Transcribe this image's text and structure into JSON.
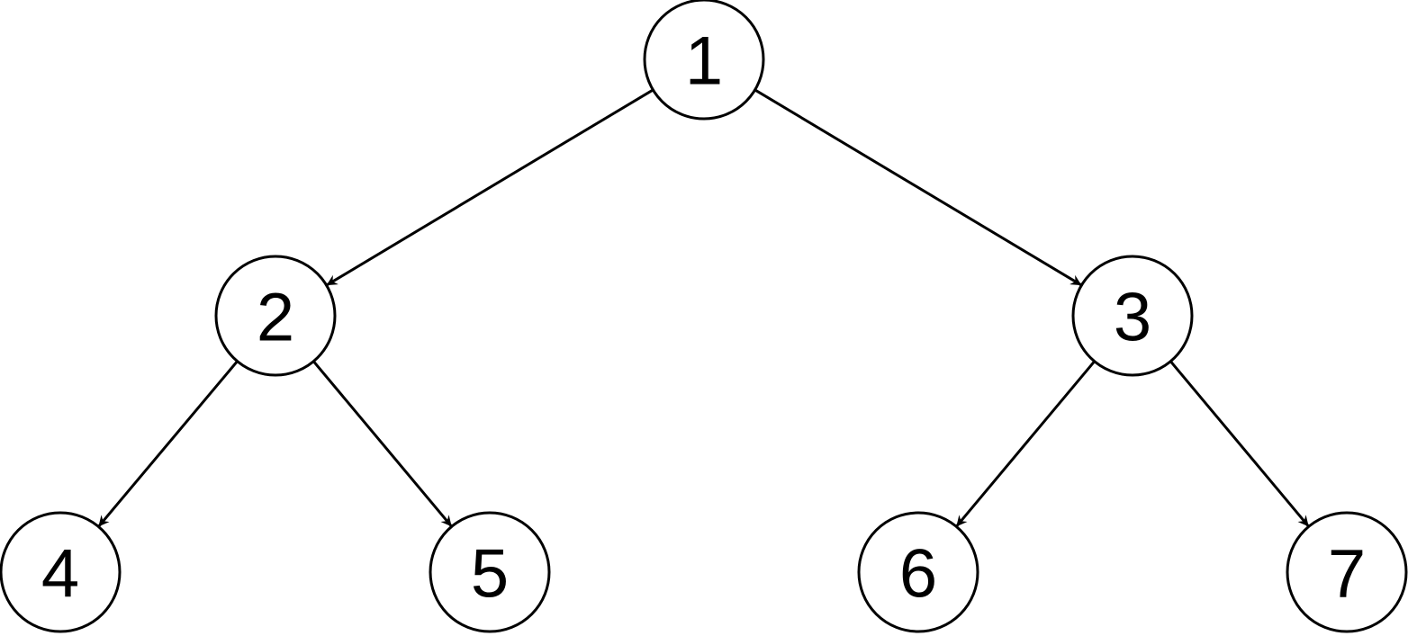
{
  "diagram": {
    "type": "binary-tree",
    "nodes": [
      {
        "id": "n1",
        "label": "1"
      },
      {
        "id": "n2",
        "label": "2"
      },
      {
        "id": "n3",
        "label": "3"
      },
      {
        "id": "n4",
        "label": "4"
      },
      {
        "id": "n5",
        "label": "5"
      },
      {
        "id": "n6",
        "label": "6"
      },
      {
        "id": "n7",
        "label": "7"
      }
    ],
    "edges": [
      {
        "from": "n1",
        "to": "n2"
      },
      {
        "from": "n1",
        "to": "n3"
      },
      {
        "from": "n2",
        "to": "n4"
      },
      {
        "from": "n2",
        "to": "n5"
      },
      {
        "from": "n3",
        "to": "n6"
      },
      {
        "from": "n3",
        "to": "n7"
      }
    ],
    "colors": {
      "stroke": "#000000",
      "fill": "#ffffff",
      "text": "#000000"
    }
  }
}
